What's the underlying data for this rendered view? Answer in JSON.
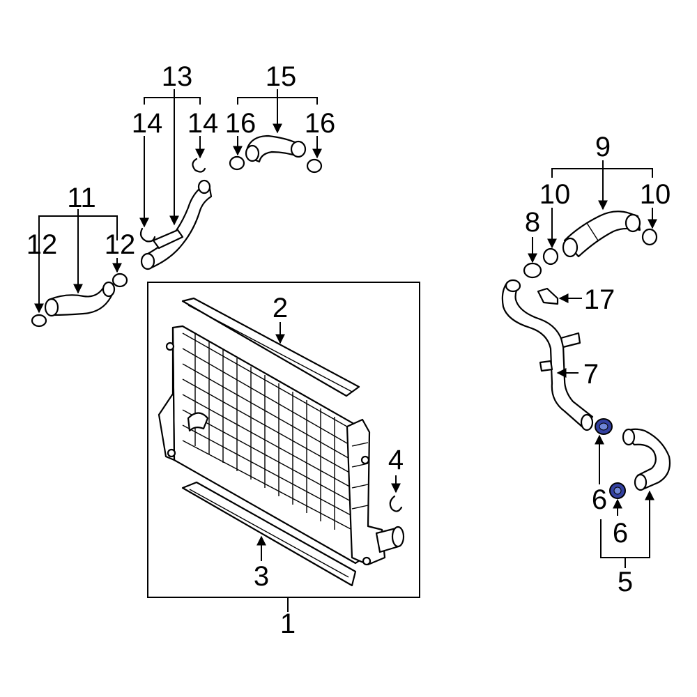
{
  "colors": {
    "line": "#000000",
    "background": "#ffffff",
    "highlight_fill": "#3340a0",
    "highlight_inner": "#6f86d6"
  },
  "callouts": [
    {
      "id": "c1",
      "text": "1"
    },
    {
      "id": "c2",
      "text": "2"
    },
    {
      "id": "c3",
      "text": "3"
    },
    {
      "id": "c4",
      "text": "4"
    },
    {
      "id": "c5",
      "text": "5"
    },
    {
      "id": "c6a",
      "text": "6"
    },
    {
      "id": "c6b",
      "text": "6"
    },
    {
      "id": "c7",
      "text": "7"
    },
    {
      "id": "c8",
      "text": "8"
    },
    {
      "id": "c9",
      "text": "9"
    },
    {
      "id": "c10a",
      "text": "10"
    },
    {
      "id": "c10b",
      "text": "10"
    },
    {
      "id": "c11",
      "text": "11"
    },
    {
      "id": "c12a",
      "text": "12"
    },
    {
      "id": "c12b",
      "text": "12"
    },
    {
      "id": "c13",
      "text": "13"
    },
    {
      "id": "c14a",
      "text": "14"
    },
    {
      "id": "c14b",
      "text": "14"
    },
    {
      "id": "c15",
      "text": "15"
    },
    {
      "id": "c16a",
      "text": "16"
    },
    {
      "id": "c16b",
      "text": "16"
    },
    {
      "id": "c17",
      "text": "17"
    }
  ],
  "highlighted_parts": [
    "6"
  ]
}
